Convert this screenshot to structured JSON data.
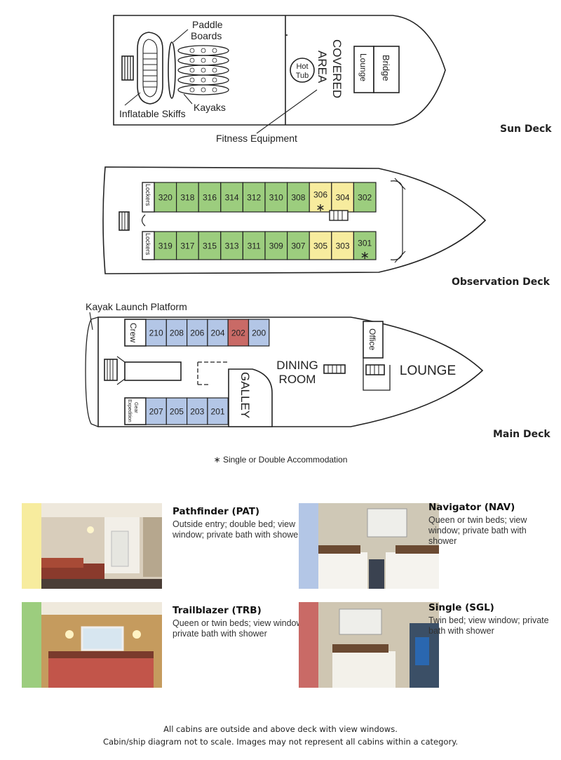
{
  "colors": {
    "pathfinder": "#f7ec9e",
    "trailblazer": "#9ccd7e",
    "navigator": "#b3c6e6",
    "single": "#c96a66"
  },
  "sun_deck": {
    "label": "Sun Deck",
    "paddle_boards": [
      "Paddle",
      "Boards"
    ],
    "kayaks": "Kayaks",
    "inflatable_skiffs": "Inflatable Skiffs",
    "fitness_equipment": "Fitness Equipment",
    "hot_tub": [
      "Hot",
      "Tub"
    ],
    "covered_area": [
      "COVERED",
      "AREA"
    ],
    "lounge": "Lounge",
    "bridge": "Bridge"
  },
  "observation_deck": {
    "label": "Observation Deck",
    "lockers": "Lockers",
    "top_row": [
      {
        "num": "320",
        "cat": "trailblazer"
      },
      {
        "num": "318",
        "cat": "trailblazer"
      },
      {
        "num": "316",
        "cat": "trailblazer"
      },
      {
        "num": "314",
        "cat": "trailblazer"
      },
      {
        "num": "312",
        "cat": "trailblazer"
      },
      {
        "num": "310",
        "cat": "trailblazer"
      },
      {
        "num": "308",
        "cat": "trailblazer"
      },
      {
        "num": "306",
        "cat": "pathfinder",
        "star": true
      },
      {
        "num": "304",
        "cat": "pathfinder"
      },
      {
        "num": "302",
        "cat": "trailblazer"
      }
    ],
    "bottom_row": [
      {
        "num": "319",
        "cat": "trailblazer"
      },
      {
        "num": "317",
        "cat": "trailblazer"
      },
      {
        "num": "315",
        "cat": "trailblazer"
      },
      {
        "num": "313",
        "cat": "trailblazer"
      },
      {
        "num": "311",
        "cat": "trailblazer"
      },
      {
        "num": "309",
        "cat": "trailblazer"
      },
      {
        "num": "307",
        "cat": "trailblazer"
      },
      {
        "num": "305",
        "cat": "pathfinder"
      },
      {
        "num": "303",
        "cat": "pathfinder"
      },
      {
        "num": "301",
        "cat": "trailblazer",
        "star": true
      }
    ]
  },
  "main_deck": {
    "label": "Main Deck",
    "kayak_launch": "Kayak Launch Platform",
    "crew": "Crew",
    "expedition_gear": [
      "Expedition",
      "Gear"
    ],
    "top_row": [
      {
        "num": "210",
        "cat": "navigator"
      },
      {
        "num": "208",
        "cat": "navigator"
      },
      {
        "num": "206",
        "cat": "navigator"
      },
      {
        "num": "204",
        "cat": "navigator"
      },
      {
        "num": "202",
        "cat": "single"
      },
      {
        "num": "200",
        "cat": "navigator"
      }
    ],
    "bottom_row": [
      {
        "num": "207",
        "cat": "navigator"
      },
      {
        "num": "205",
        "cat": "navigator"
      },
      {
        "num": "203",
        "cat": "navigator"
      },
      {
        "num": "201",
        "cat": "navigator"
      }
    ],
    "galley": "GALLEY",
    "dining_room": [
      "DINING",
      "ROOM"
    ],
    "office": "Office",
    "lounge": "LOUNGE"
  },
  "legend_note": "∗ Single or Double Accommodation",
  "cabins": [
    {
      "key": "pathfinder",
      "name": "Pathfinder (PAT)",
      "desc": "Outside entry; double bed; view window; private bath with shower"
    },
    {
      "key": "navigator",
      "name": "Navigator (NAV)",
      "desc": "Queen or twin beds; view window; private bath with shower"
    },
    {
      "key": "trailblazer",
      "name": "Trailblazer (TRB)",
      "desc": "Queen or twin beds; view window; private bath with shower"
    },
    {
      "key": "single",
      "name": "Single (SGL)",
      "desc": "Twin bed; view window; private bath with shower"
    }
  ],
  "footer": {
    "line1": "All cabins are outside and above deck with view windows.",
    "line2": "Cabin/ship diagram not to scale. Images may not represent all cabins within a category."
  }
}
